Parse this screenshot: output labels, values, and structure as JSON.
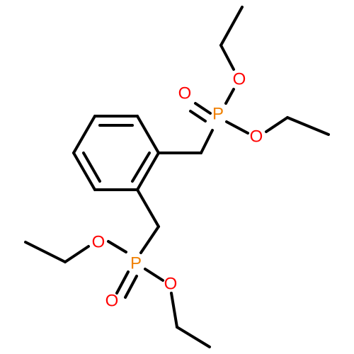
{
  "molecule": {
    "atoms": [
      {
        "id": "P1",
        "symbol": "P",
        "color": "#f08000"
      },
      {
        "id": "O1",
        "symbol": "O",
        "color": "#ff0000"
      },
      {
        "id": "O2",
        "symbol": "O",
        "color": "#ff0000"
      },
      {
        "id": "O3",
        "symbol": "O",
        "color": "#ff0000"
      },
      {
        "id": "P2",
        "symbol": "P",
        "color": "#f08000"
      },
      {
        "id": "O4",
        "symbol": "O",
        "color": "#ff0000"
      },
      {
        "id": "O5",
        "symbol": "O",
        "color": "#ff0000"
      },
      {
        "id": "O6",
        "symbol": "O",
        "color": "#ff0000"
      }
    ],
    "colors": {
      "bond": "#000000",
      "phosphorus": "#f08000",
      "oxygen": "#ff0000",
      "background": "#ffffff"
    }
  }
}
